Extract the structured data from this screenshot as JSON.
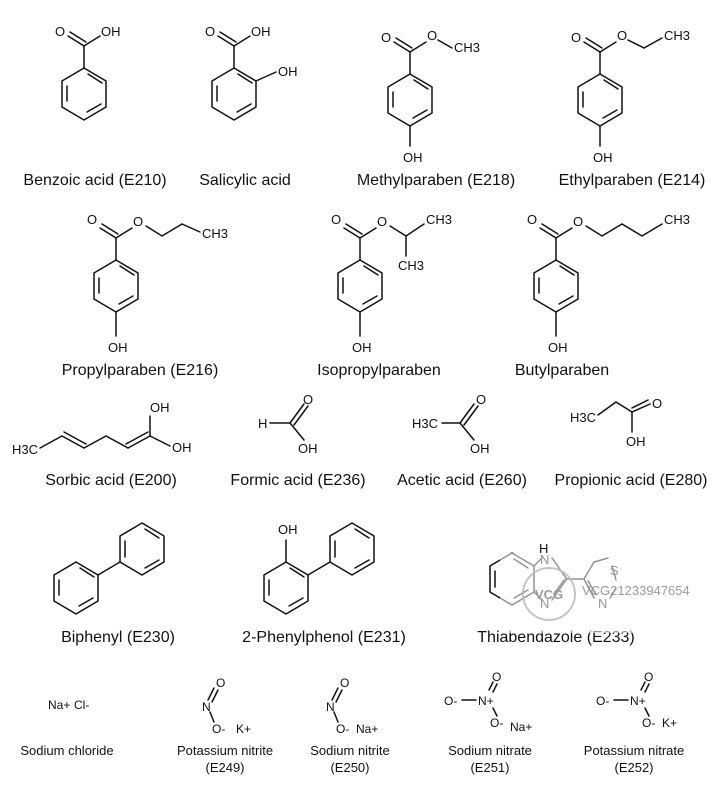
{
  "compounds": [
    {
      "name": "Benzoic acid (E210)"
    },
    {
      "name": "Salicylic acid"
    },
    {
      "name": "Methylparaben (E218)"
    },
    {
      "name": "Ethylparaben (E214)"
    },
    {
      "name": "Propylparaben (E216)"
    },
    {
      "name": "Isopropylparaben"
    },
    {
      "name": "Butylparaben"
    },
    {
      "name": "Sorbic acid (E200)"
    },
    {
      "name": "Formic acid (E236)"
    },
    {
      "name": "Acetic acid (E260)"
    },
    {
      "name": "Propionic acid (E280)"
    },
    {
      "name": "Biphenyl (E230)"
    },
    {
      "name": "2-Phenylphenol (E231)"
    },
    {
      "name": "Thiabendazole (E233)"
    },
    {
      "name": "Sodium chloride",
      "code": ""
    },
    {
      "name": "Potassium nitrite",
      "code": "(E249)"
    },
    {
      "name": "Sodium nitrite",
      "code": "(E250)"
    },
    {
      "name": "Sodium nitrate",
      "code": "(E251)"
    },
    {
      "name": "Potassium nitrate",
      "code": "(E252)"
    }
  ],
  "atom_labels": {
    "oh": "OH",
    "o": "O",
    "h": "H",
    "ch3": "CH3",
    "h3c": "H3C",
    "n": "N",
    "s": "S",
    "nh": "H",
    "na": "Na+",
    "k": "K+",
    "cl": "Cl-",
    "o_minus": "O-",
    "n_plus": "N+"
  },
  "watermark": {
    "logo": "VCG",
    "text": "VCG21233947654"
  }
}
